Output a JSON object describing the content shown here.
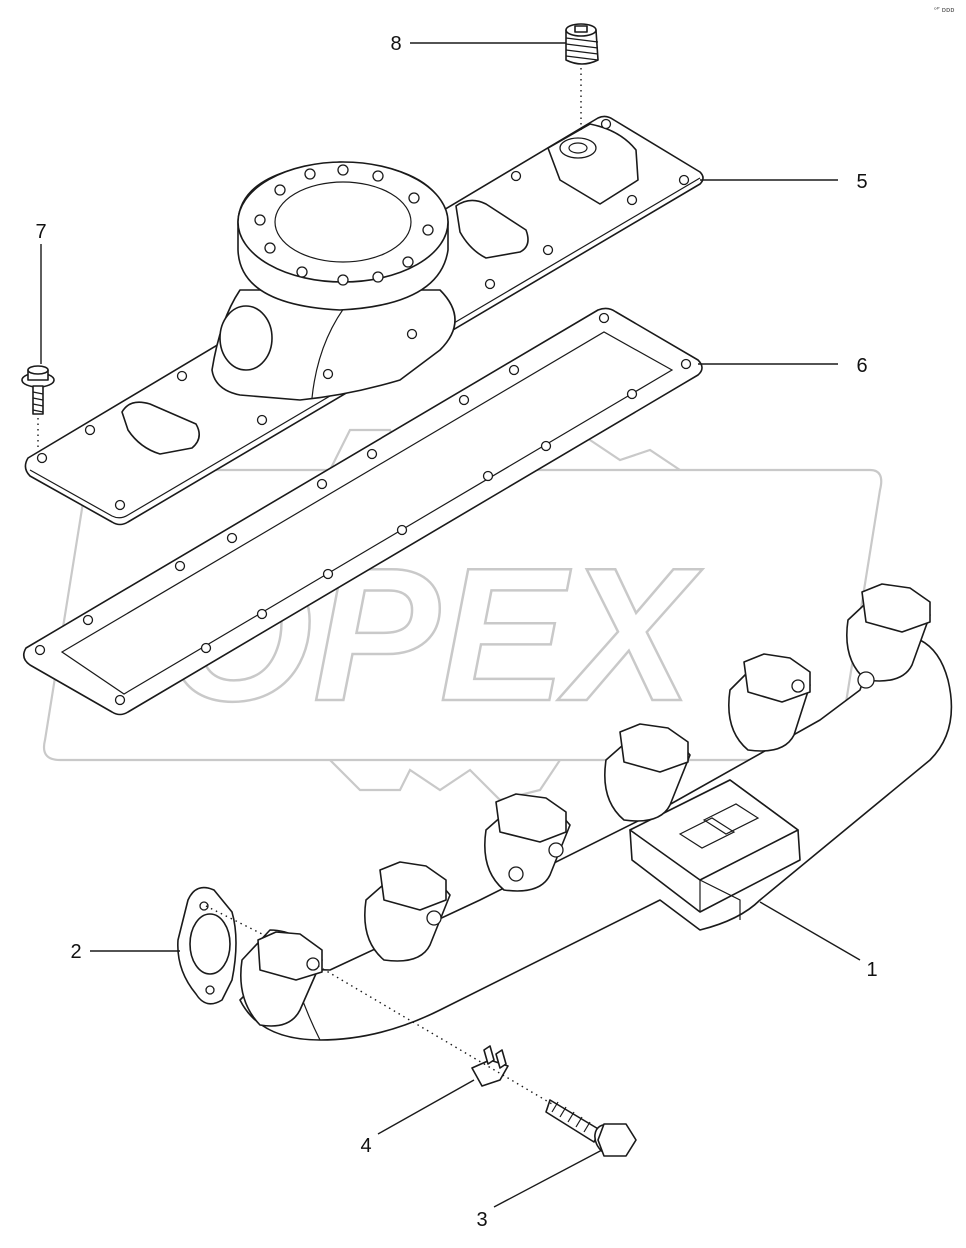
{
  "corner_mark": "ᵒᴾ ᴅᴅᴅ",
  "callouts": [
    {
      "id": "1",
      "text": "1"
    },
    {
      "id": "2",
      "text": "2"
    },
    {
      "id": "3",
      "text": "3"
    },
    {
      "id": "4",
      "text": "4"
    },
    {
      "id": "5",
      "text": "5"
    },
    {
      "id": "6",
      "text": "6"
    },
    {
      "id": "7",
      "text": "7"
    },
    {
      "id": "8",
      "text": "8"
    }
  ],
  "watermark": {
    "text": "OPEX",
    "color": "#c9c9c9"
  },
  "colors": {
    "line": "#1a1a1a",
    "background": "#ffffff"
  }
}
